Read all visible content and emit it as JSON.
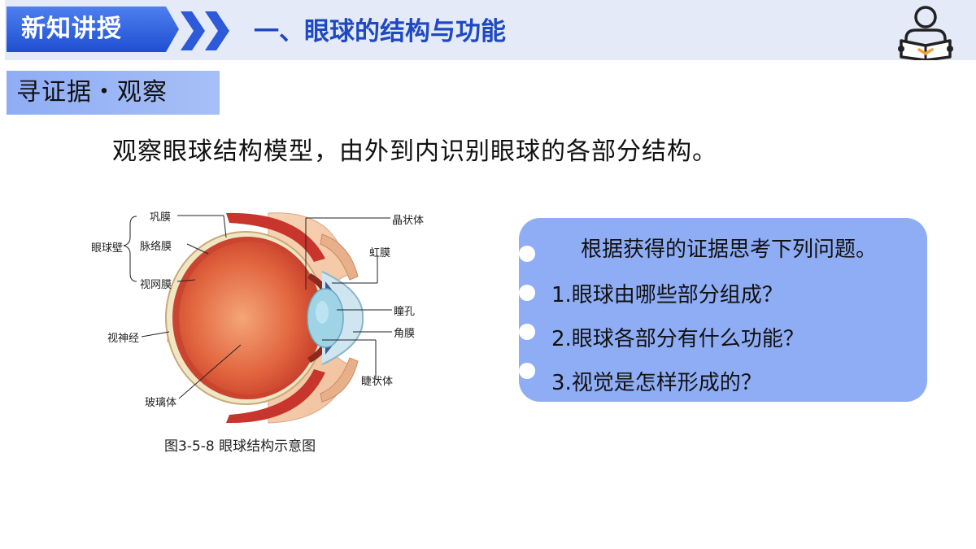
{
  "header": {
    "badge": "新知讲授",
    "section_title": "一、眼球的结构与功能"
  },
  "subheader": "寻证据・观察",
  "intro": "观察眼球结构模型，由外到内识别眼球的各部分结构。",
  "figure": {
    "labels": {
      "gongmo": "巩膜",
      "maiyemo": "脉络膜",
      "shiwangmo": "视网膜",
      "yanqiubi": "眼球壁",
      "shishenjing": "视神经",
      "bolitti": "玻璃体",
      "jingzhuangti": "晶状体",
      "hongmo": "虹膜",
      "tongkong": "瞳孔",
      "jiaomo": "角膜",
      "jiezhuangti": "睫状体"
    },
    "caption": "图3-5-8 眼球结构示意图"
  },
  "questions": {
    "prompt": "根据获得的证据思考下列问题。",
    "items": [
      "1.眼球由哪些部分组成？",
      "2.眼球各部分有什么功能？",
      "3.视觉是怎样形成的？"
    ]
  },
  "colors": {
    "accent_blue": "#1f49c2",
    "badge_blue": "#2c5ad8",
    "panel_blue": "#8fadf5",
    "topbar_bg": "#e4eaf8"
  }
}
